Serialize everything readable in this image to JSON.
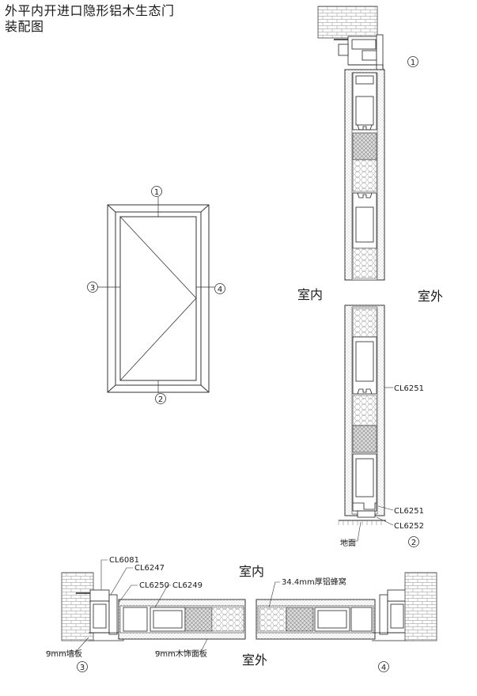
{
  "title": {
    "line1": "外平内开进口隐形铝木生态门",
    "line2": "装配图"
  },
  "elevation": {
    "section_marks": [
      "1",
      "2",
      "3",
      "4"
    ]
  },
  "vertical_section": {
    "mark_top": "1",
    "mark_bottom": "2",
    "indoor": "室内",
    "outdoor": "室外",
    "callouts": [
      "CL6251",
      "CL6251",
      "CL6252"
    ],
    "floor": "地面"
  },
  "horizontal_section": {
    "indoor": "室内",
    "outdoor": "室外",
    "mark_left": "3",
    "mark_right": "4",
    "callouts": [
      "CL6081",
      "CL6247",
      "CL6250",
      "CL6249",
      "34.4mm厚铝蜂窝"
    ],
    "wall_board": "9mm墙板",
    "face_board": "9mm木饰面板"
  }
}
